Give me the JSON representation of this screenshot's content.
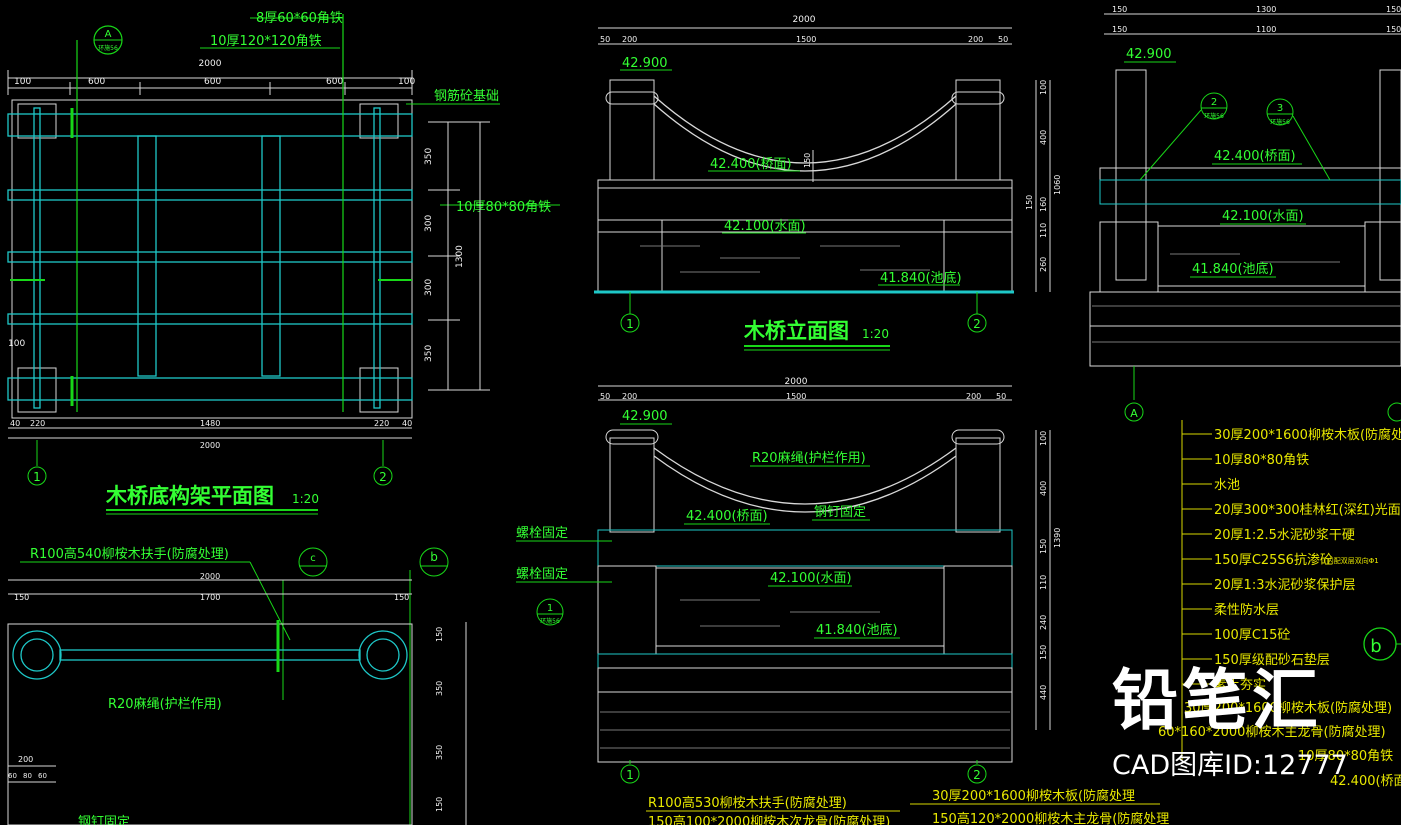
{
  "drawing": {
    "plan_title": "木桥底构架平面图",
    "plan_scale": "1:20",
    "elevation_title": "木桥立面图",
    "elevation_scale": "1:20"
  },
  "plan_labels": {
    "steel_8": "8厚60*60角铁",
    "steel_10": "10厚120*120角铁",
    "foundation": "钢筋砼基础",
    "angle_80": "10厚80*80角铁",
    "detail_A": "A",
    "detail_A_ref": "环施56"
  },
  "plan_dims_top": [
    "100",
    "600",
    "600",
    "600",
    "100"
  ],
  "plan_dim_total_top": "2000",
  "plan_dims_bottom": [
    "40",
    "220",
    "1480",
    "220",
    "40"
  ],
  "plan_dim_total_bottom": "2000",
  "plan_dims_right": [
    "350",
    "300",
    "300",
    "350"
  ],
  "plan_dim_total_right": "1300",
  "plan_dim_left": "100",
  "axis_1": "1",
  "axis_2": "2",
  "elevation_labels": {
    "top_elev": "42.900",
    "bridge_elev": "42.400(桥面)",
    "water_elev": "42.100(水面)",
    "pool_elev": "41.840(池底)",
    "sag": "150"
  },
  "elev_dims_top": [
    "50",
    "200",
    "1500",
    "200",
    "50"
  ],
  "elev_dim_total": "2000",
  "elev_dims_right": [
    "100",
    "400",
    "150",
    "160",
    "110",
    "260"
  ],
  "elev_dim_total_right": "1060",
  "section_labels": {
    "rope": "R20麻绳(护栏作用)",
    "bolt1": "螺栓固定",
    "bolt2": "螺栓固定",
    "nail": "钢钉固定",
    "detail_1": "1",
    "detail_1_ref": "环施56",
    "top_elev": "42.900",
    "bridge_elev": "42.400(桥面)",
    "water_elev": "42.100(水面)",
    "pool_elev": "41.840(池底)",
    "handrail": "R100高530柳桉木扶手(防腐处理)",
    "beam": "150高100*2000柳桉木次龙骨(防腐处理)"
  },
  "section_dims_top": [
    "50",
    "200",
    "1500",
    "200",
    "50"
  ],
  "section_dim_total": "2000",
  "section_dims_right": [
    "100",
    "400",
    "150",
    "110",
    "240",
    "150",
    "440"
  ],
  "section_dim_total_right": "1390",
  "side_labels": {
    "top_elev": "42.900",
    "bridge_elev": "42.400(桥面)",
    "water_elev": "42.100(水面)",
    "pool_elev": "41.840(池底)",
    "detail_2": "2",
    "detail_2_ref": "环施56",
    "detail_3": "3",
    "detail_3_ref": "环施56",
    "axis_A": "A",
    "b_label": "b"
  },
  "side_dims_top": [
    "150",
    "1300",
    "150"
  ],
  "side_dims_top2": [
    "150",
    "1100",
    "150"
  ],
  "materials": [
    "30厚200*1600柳桉木板(防腐处",
    "10厚80*80角铁",
    "水池",
    "20厚300*300桂林红(深红)光面",
    "20厚1:2.5水泥砂浆干硬",
    "150厚C25S6抗渗砼",
    "20厚1:3水泥砂浆保护层",
    "柔性防水层",
    "100厚C15砼",
    "150厚级配砂石垫层",
    "素土夯实"
  ],
  "materials_small_note": "(内配双层双向Φ1",
  "materials_overlap": [
    "30厚200*1600柳桉木板(防腐处理)",
    "60*160*2000柳桉木主龙骨(防腐处理)",
    "10厚80*80角铁",
    "42.400(桥面)"
  ],
  "bottom_materials": [
    "30厚200*1600柳桉木板(防腐处理",
    "150高120*2000柳桉木主龙骨(防腐处理"
  ],
  "lower_plan_labels": {
    "handrail": "R100高540柳桉木扶手(防腐处理)",
    "rope": "R20麻绳(护栏作用)",
    "c_marker": "c",
    "b_marker": "b",
    "nail": "钢钉固定"
  },
  "lower_plan_dims_top": [
    "150",
    "1700",
    "150"
  ],
  "lower_plan_dim_total": "2000",
  "lower_plan_dims_right": [
    "150",
    "350",
    "350",
    "150"
  ],
  "lower_plan_dims_left": [
    "200",
    "60",
    "80",
    "60"
  ],
  "watermark": {
    "brand": "铅笔汇",
    "id_text": "CAD图库ID:12777"
  }
}
